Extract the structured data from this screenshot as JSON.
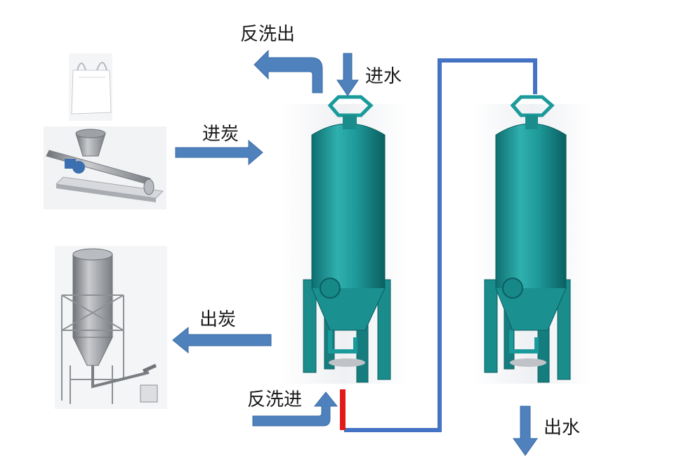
{
  "labels": {
    "backwash_out": "反洗出",
    "water_in": "进水",
    "carbon_in": "进炭",
    "carbon_out": "出炭",
    "backwash_in": "反洗进",
    "water_out": "出水"
  },
  "colors": {
    "arrow": "#4f81bd",
    "arrow_stroke": "#3a6aa6",
    "pipe": "#4472c4",
    "valve": "#e31a1a",
    "tank": "#1e9a9a",
    "tank_dark": "#0f6e70",
    "tank_light": "#38b6b4",
    "equipment": "#8c8f94"
  },
  "icons": {
    "bag": "bulk-bag-icon",
    "feeder": "screw-feeder-icon",
    "silo": "silo-structure-icon",
    "tank": "filter-tank-icon"
  }
}
